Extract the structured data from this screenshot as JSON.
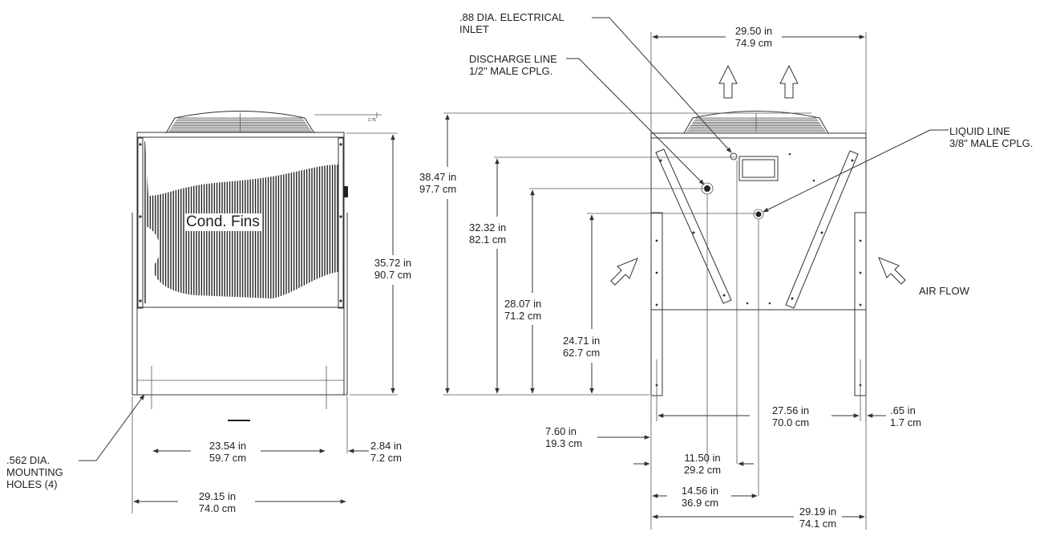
{
  "left_view": {
    "fins_label": "Cond. Fins",
    "small_top_label": "2.75",
    "height_in": "35.72 in",
    "height_cm": "90.7 cm",
    "mount_spacing_in": "23.54 in",
    "mount_spacing_cm": "59.7 cm",
    "foot_offset_in": "2.84 in",
    "foot_offset_cm": "7.2 cm",
    "width_in": "29.15 in",
    "width_cm": "74.0 cm",
    "holes_line1": ".562 DIA.",
    "holes_line2": "MOUNTING",
    "holes_line3": "HOLES (4)"
  },
  "right_view": {
    "electrical_line1": ".88 DIA. ELECTRICAL",
    "electrical_line2": "INLET",
    "discharge_line1": "DISCHARGE LINE",
    "discharge_line2": "1/2\" MALE CPLG.",
    "liquid_line1": "LIQUID LINE",
    "liquid_line2": "3/8\" MALE CPLG.",
    "air_flow": "AIR FLOW",
    "top_width_in": "29.50 in",
    "top_width_cm": "74.9 cm",
    "h1_in": "38.47 in",
    "h1_cm": "97.7 cm",
    "h2_in": "32.32 in",
    "h2_cm": "82.1 cm",
    "h3_in": "28.07 in",
    "h3_cm": "71.2 cm",
    "h4_in": "24.71 in",
    "h4_cm": "62.7 cm",
    "leg_span_in": "27.56 in",
    "leg_span_cm": "70.0 cm",
    "leg_w_in": ".65 in",
    "leg_w_cm": "1.7 cm",
    "d1_in": "7.60 in",
    "d1_cm": "19.3 cm",
    "d2_in": "11.50 in",
    "d2_cm": "29.2 cm",
    "d3_in": "14.56 in",
    "d3_cm": "36.9 cm",
    "base_width_in": "29.19 in",
    "base_width_cm": "74.1 cm"
  }
}
